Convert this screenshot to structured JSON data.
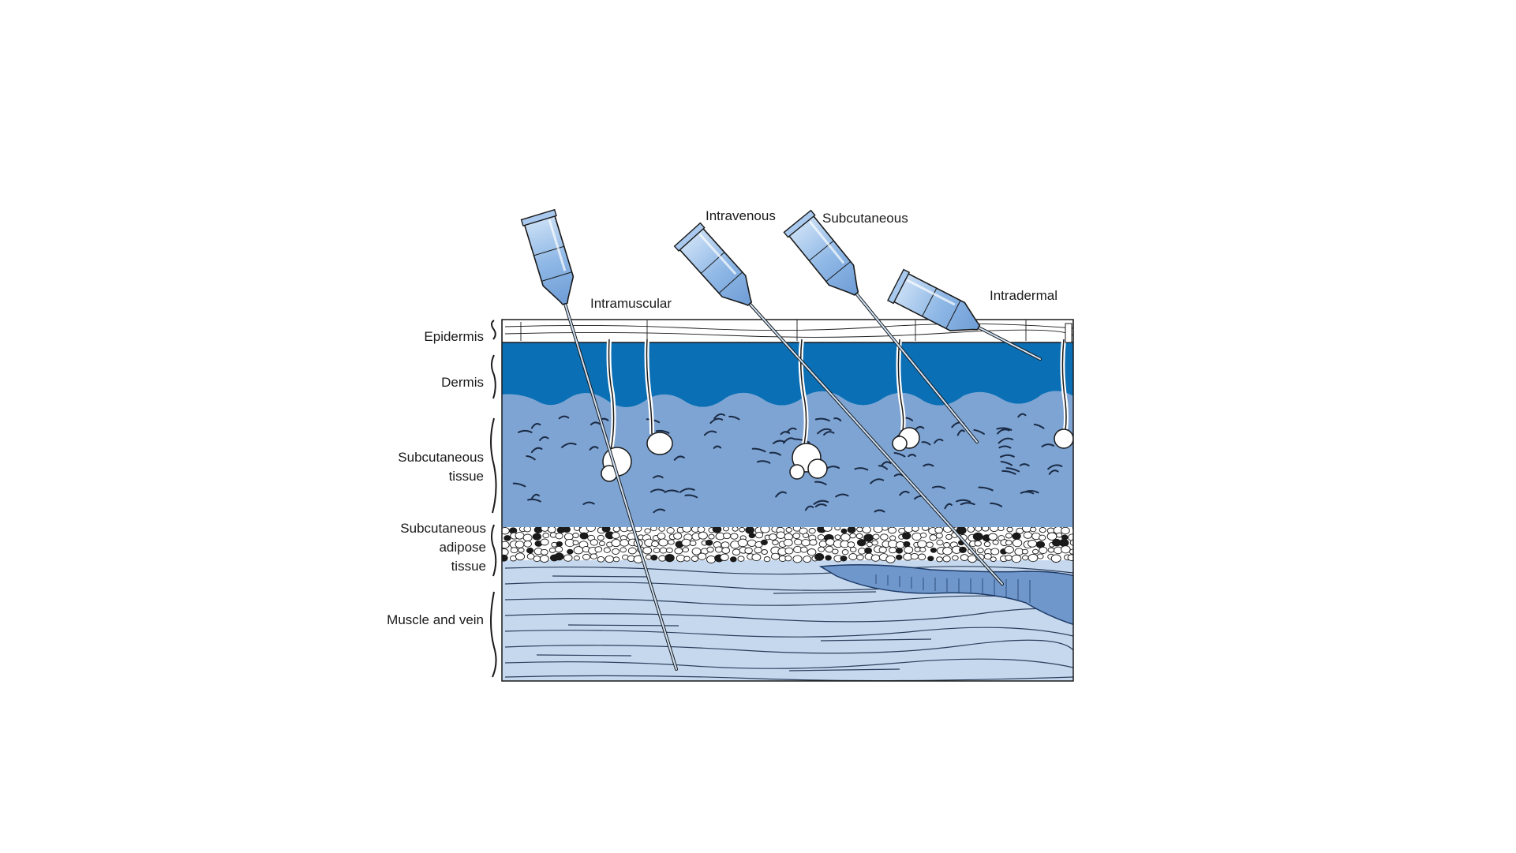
{
  "layer_labels": {
    "epidermis": "Epidermis",
    "dermis": "Dermis",
    "subcutaneous_tissue": [
      "Subcutaneous",
      "tissue"
    ],
    "adipose_tissue": [
      "Subcutaneous",
      "adipose",
      "tissue"
    ],
    "muscle_vein": "Muscle and vein"
  },
  "injection_labels": {
    "intramuscular": "Intramuscular",
    "intravenous": "Intravenous",
    "subcutaneous": "Subcutaneous",
    "intradermal": "Intradermal"
  },
  "colors": {
    "epidermis": "#ffffff",
    "dermis": "#0a6fb5",
    "subcutaneous_tissue": "#7ea4d3",
    "muscle": "#c6d8ee",
    "vein": "#6f97cc",
    "needle_hub": "#8fb8e6",
    "outline": "#1a1a1a"
  }
}
